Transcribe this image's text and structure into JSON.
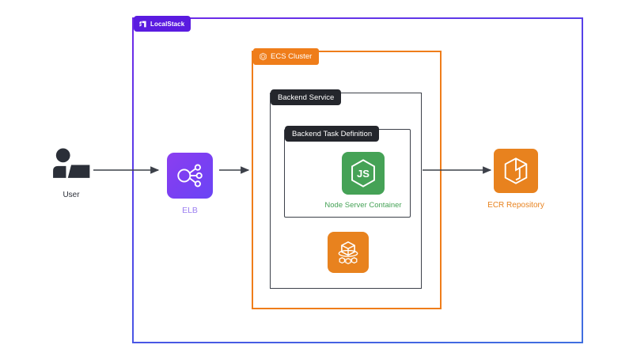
{
  "diagram": {
    "title": "LocalStack ECS Architecture",
    "background": "#ffffff"
  },
  "boundaries": {
    "localstack": {
      "label": "LocalStack",
      "icon": "localstack-logo-icon",
      "border_color": "#5b46e5",
      "badge_color": "#5a1be0"
    },
    "ecs_cluster": {
      "label": "ECS Cluster",
      "icon": "ecs-cluster-icon",
      "border_color": "#ef7d1a",
      "badge_color": "#ef7d1a"
    },
    "backend_service": {
      "label": "Backend Service",
      "border_color": "#3c4049",
      "badge_color": "#24262c"
    },
    "backend_task_definition": {
      "label": "Backend Task Definition",
      "border_color": "#3c4049",
      "badge_color": "#24262c"
    }
  },
  "nodes": [
    {
      "id": "user",
      "label": "User",
      "icon": "user-at-laptop-icon",
      "label_color": "#2b2f38"
    },
    {
      "id": "elb",
      "label": "ELB",
      "icon": "elastic-load-balancer-icon",
      "icon_color": "#7c3ff2",
      "label_color": "#9b7ef0"
    },
    {
      "id": "node_server_container",
      "label": "Node Server Container",
      "icon": "nodejs-icon",
      "icon_color": "#45a256",
      "label_color": "#45a256"
    },
    {
      "id": "ecs_task_icon",
      "label": "",
      "icon": "ecs-container-service-icon",
      "icon_color": "#e8821e",
      "label_color": "#e8821e"
    },
    {
      "id": "ecr",
      "label": "ECR Repository",
      "icon": "ecr-repository-icon",
      "icon_color": "#e8821e",
      "label_color": "#e8821e"
    }
  ],
  "connections": [
    {
      "from": "user",
      "to": "elb",
      "style": "arrow"
    },
    {
      "from": "elb",
      "to": "ecs_cluster",
      "style": "arrow"
    },
    {
      "from": "backend_service",
      "to": "ecr",
      "style": "arrow"
    }
  ],
  "colors": {
    "arrow": "#3c4049",
    "localstack_purple": "#5a1be0",
    "aws_orange": "#ef7d1a",
    "node_green": "#45a256"
  }
}
